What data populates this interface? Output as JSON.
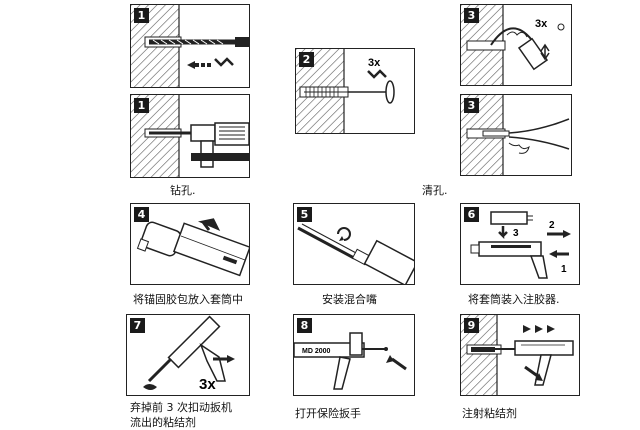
{
  "steps": [
    {
      "num": "1",
      "caption_line1": "钻孔.",
      "caption_line2": ""
    },
    {
      "num": "1",
      "caption_line1": "",
      "caption_line2": ""
    },
    {
      "num": "2",
      "count": "3x",
      "caption_line1": "",
      "caption_line2": ""
    },
    {
      "num": "3",
      "count": "3x",
      "caption_line1": "清孔.",
      "caption_line2": ""
    },
    {
      "num": "3",
      "caption_line1": "",
      "caption_line2": ""
    },
    {
      "num": "4",
      "caption_line1": "将锚固胶包放入套筒中",
      "caption_line2": ""
    },
    {
      "num": "5",
      "caption_line1": "安装混合嘴",
      "caption_line2": ""
    },
    {
      "num": "6",
      "callouts": [
        "3",
        "2",
        "1"
      ],
      "caption_line1": "将套筒装入注胶器.",
      "caption_line2": ""
    },
    {
      "num": "7",
      "count": "3x",
      "caption_line1": "弃掉前 3 次扣动扳机",
      "caption_line2": "流出的粘结剂"
    },
    {
      "num": "8",
      "device_label": "MD 2000",
      "caption_line1": "打开保险扳手",
      "caption_line2": ""
    },
    {
      "num": "9",
      "caption_line1": "注射粘结剂",
      "caption_line2": ""
    }
  ],
  "colors": {
    "line": "#222222",
    "hatch": "#555555",
    "badge": "#1a1a1a"
  }
}
